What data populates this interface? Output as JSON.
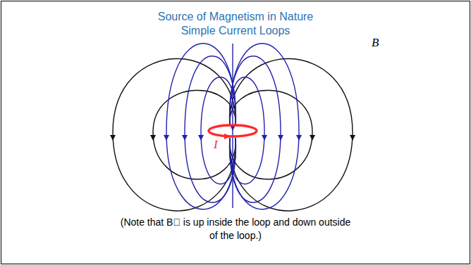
{
  "diagram": {
    "title": "Source of Magnetism in Nature Simple Current Loops",
    "caption": "(Note that B⃗ is up inside the loop and down outside of the loop.)",
    "labels": [
      "B⃗",
      "I"
    ]
  }
}
